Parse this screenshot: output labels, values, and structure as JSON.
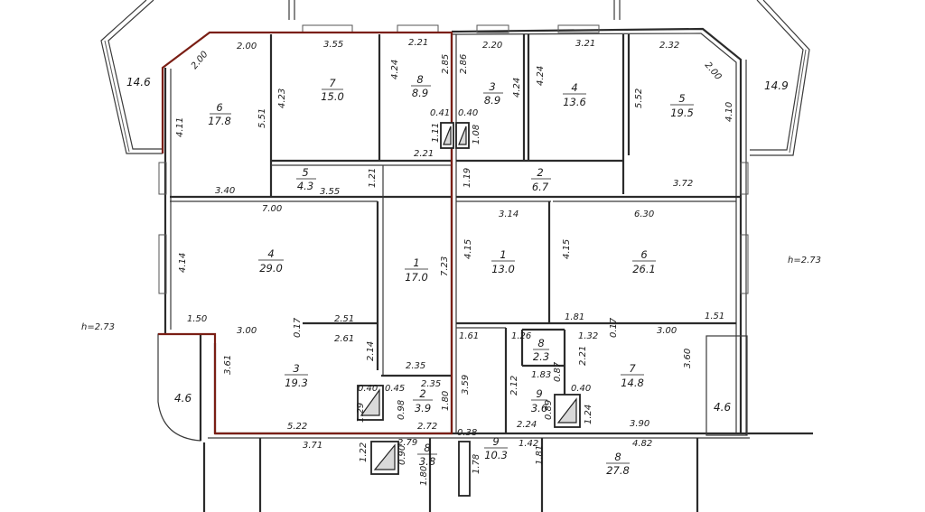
{
  "plan": {
    "ceiling_heights": [
      "h=2.73",
      "h=2.73"
    ],
    "balconies": [
      "14.6",
      "14.9",
      "4.6",
      "4.6"
    ],
    "rooms": [
      {
        "id": "l6",
        "number": "6",
        "area": "17.8"
      },
      {
        "id": "l7",
        "number": "7",
        "area": "15.0"
      },
      {
        "id": "l8",
        "number": "8",
        "area": "8.9"
      },
      {
        "id": "l5",
        "number": "5",
        "area": "4.3"
      },
      {
        "id": "l4",
        "number": "4",
        "area": "29.0"
      },
      {
        "id": "l1",
        "number": "1",
        "area": "17.0"
      },
      {
        "id": "l3",
        "number": "3",
        "area": "19.3"
      },
      {
        "id": "l2",
        "number": "2",
        "area": "3.9"
      },
      {
        "id": "r3",
        "number": "3",
        "area": "8.9"
      },
      {
        "id": "r4",
        "number": "4",
        "area": "13.6"
      },
      {
        "id": "r5",
        "number": "5",
        "area": "19.5"
      },
      {
        "id": "r2",
        "number": "2",
        "area": "6.7"
      },
      {
        "id": "r1",
        "number": "1",
        "area": "13.0"
      },
      {
        "id": "r6",
        "number": "6",
        "area": "26.1"
      },
      {
        "id": "r8",
        "number": "8",
        "area": "2.3"
      },
      {
        "id": "r7",
        "number": "7",
        "area": "14.8"
      },
      {
        "id": "r9",
        "number": "9",
        "area": "3.6"
      },
      {
        "id": "b8",
        "number": "8",
        "area": "3.8"
      },
      {
        "id": "b9",
        "number": "9",
        "area": "10.3"
      },
      {
        "id": "b8r",
        "number": "8",
        "area": "27.8"
      }
    ],
    "dimensions": [
      "2.00",
      "2.00",
      "3.55",
      "2.21",
      "2.85",
      "2.86",
      "2.20",
      "3.21",
      "2.32",
      "2.00",
      "4.11",
      "5.51",
      "4.23",
      "4.24",
      "4.24",
      "4.24",
      "5.52",
      "4.10",
      "0.41",
      "0.40",
      "1.11",
      "1.08",
      "2.21",
      "3.40",
      "3.55",
      "1.21",
      "1.19",
      "3.72",
      "7.00",
      "3.14",
      "6.30",
      "4.14",
      "7.23",
      "4.15",
      "4.15",
      "1.50",
      "3.00",
      "0.17",
      "2.51",
      "2.61",
      "1.81",
      "0.17",
      "3.00",
      "1.51",
      "1.61",
      "1.26",
      "1.32",
      "2.21",
      "1.83",
      "0.87",
      "3.61",
      "2.14",
      "2.35",
      "0.40",
      "0.45",
      "2.35",
      "3.60",
      "1.29",
      "0.98",
      "1.80",
      "3.59",
      "2.12",
      "0.89",
      "0.40",
      "1.24",
      "5.22",
      "2.72",
      "2.24",
      "3.90",
      "3.71",
      "2.79",
      "0.38",
      "1.42",
      "4.82",
      "1.22",
      "0.90",
      "1.80",
      "1.78",
      "1.81"
    ]
  }
}
